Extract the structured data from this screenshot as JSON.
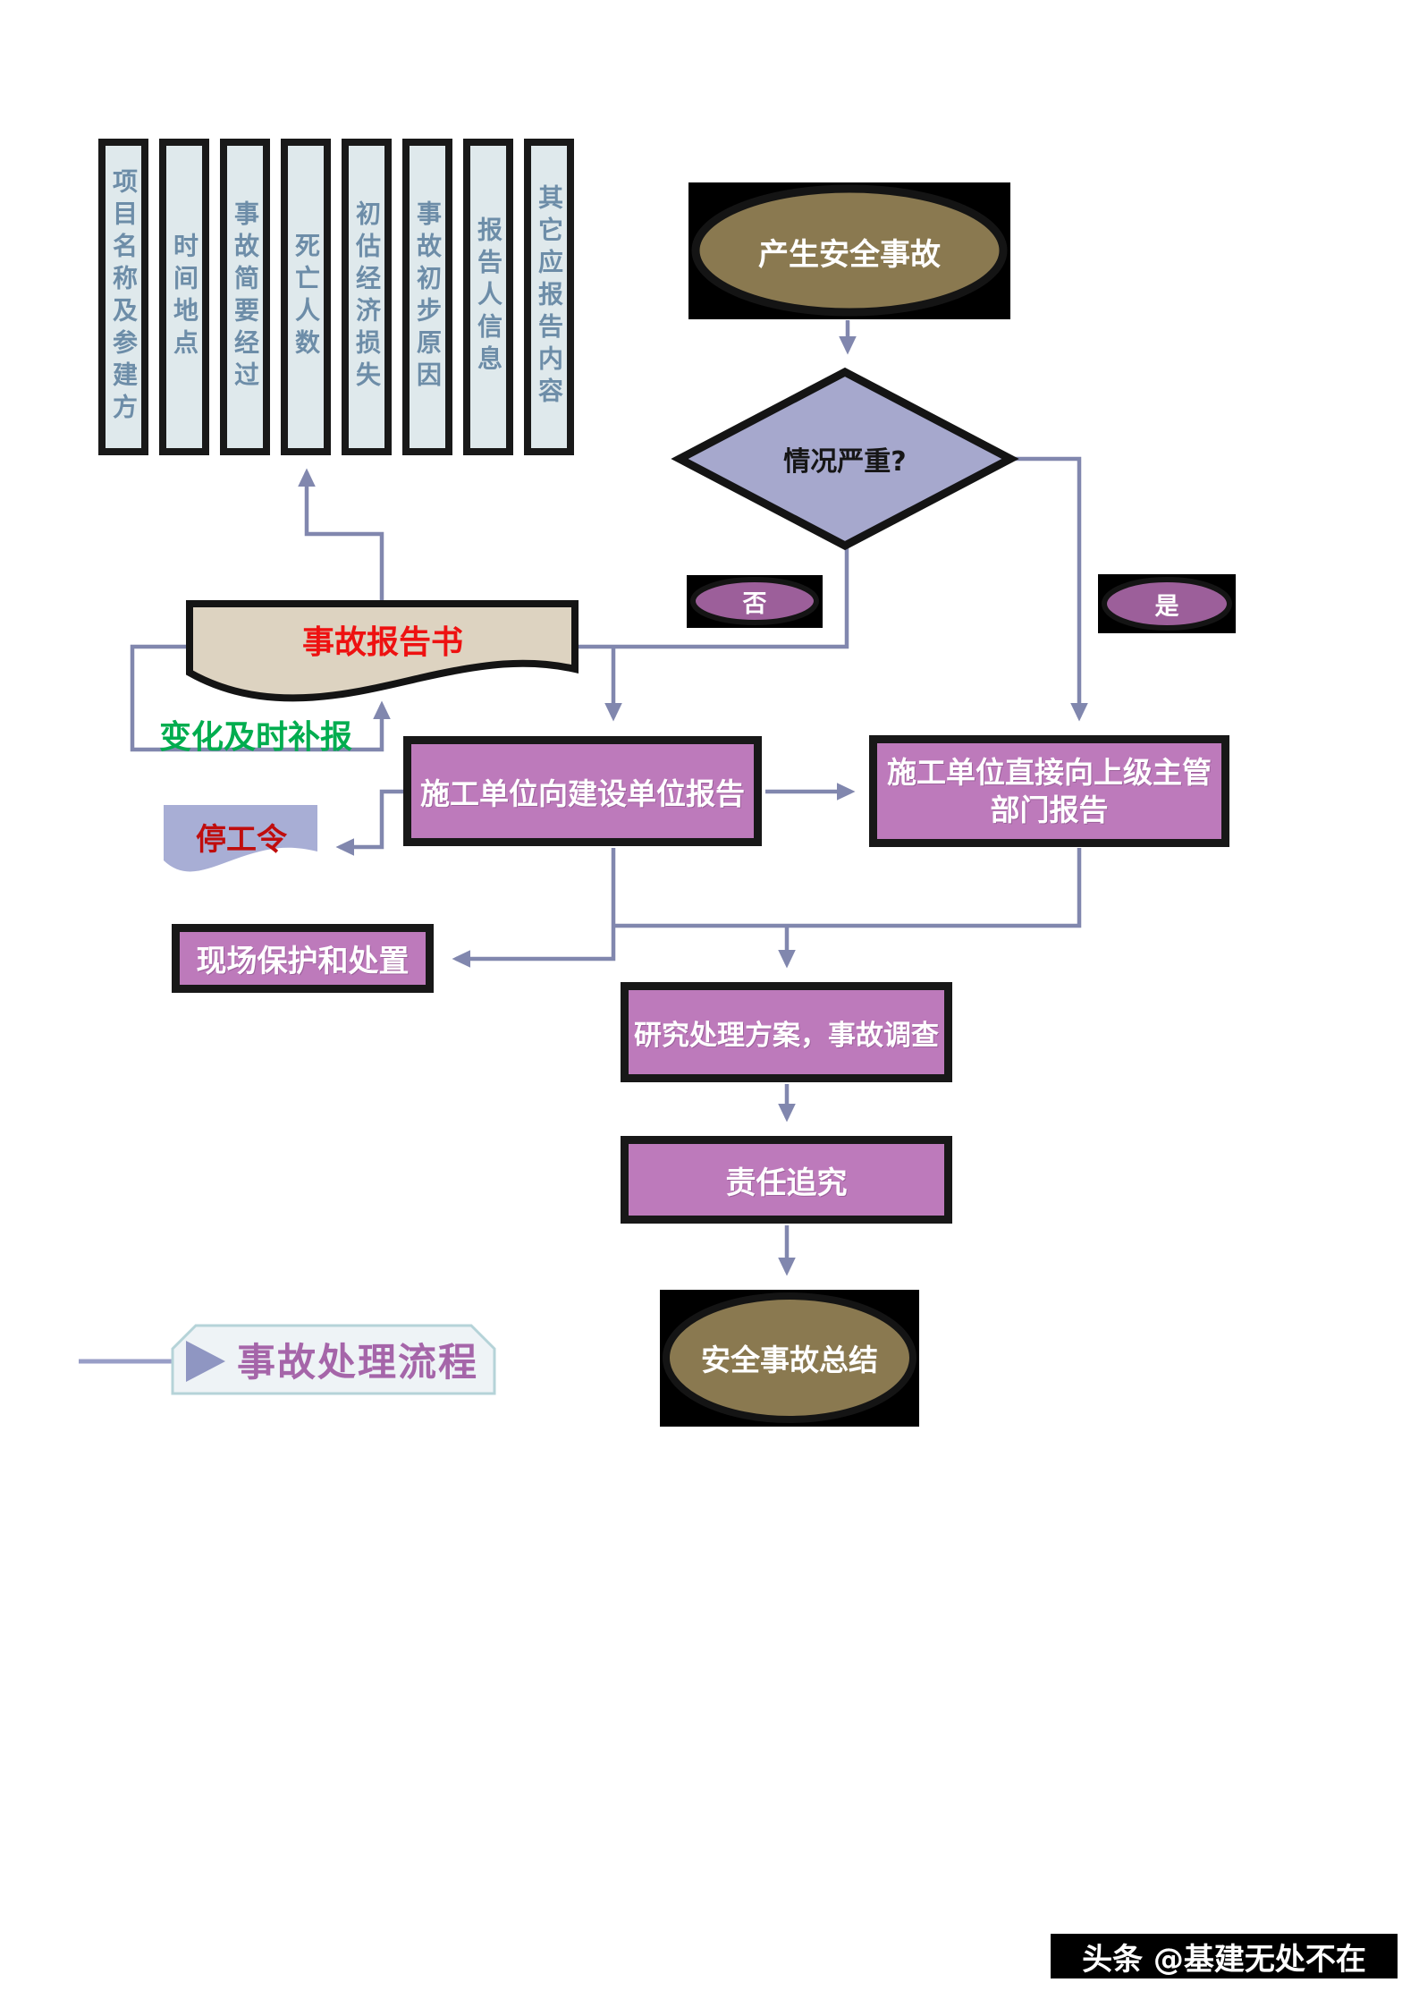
{
  "report_items": [
    "项目名称及参建方",
    "时间地点",
    "事故简要经过",
    "死亡人数",
    "初估经济损失",
    "事故初步原因",
    "报告人信息",
    "其它应报告内容"
  ],
  "nodes": {
    "start": "产生安全事故",
    "decision": "情况严重?",
    "branch_no": "否",
    "branch_yes": "是",
    "report_doc": "事故报告书",
    "supplement_note": "变化及时补报",
    "stop_work_order": "停工令",
    "report_to_owner": "施工单位向建设单位报告",
    "report_to_authority_line1": "施工单位直接向上级主管",
    "report_to_authority_line2": "部门报告",
    "site_protection": "现场保护和处置",
    "plan_investigation": "研究处理方案，事故调查",
    "accountability": "责任追究",
    "summary": "安全事故总结"
  },
  "caption": "事故处理流程",
  "watermark": "头条 @基建无处不在",
  "colors": {
    "terminal_fill": "#8a7950",
    "terminal_backing": "#000000",
    "decision_fill": "#a6a8cd",
    "branch_fill": "#9c5f9a",
    "process_fill": "#bd7abb",
    "document_fill": "#ddd3c1",
    "stop_order_fill": "#a8aed5",
    "report_item_fill": "#dfe9ec",
    "report_item_text": "#6d8da8",
    "doc_text_red": "#ee1111",
    "stop_order_red": "#c00d0d",
    "supplement_green": "#00ad4f",
    "caption_purple": "#a565a9",
    "connector": "#8187ae",
    "caption_banner_fill": "#eef3f6",
    "caption_banner_border": "#b5d3d8"
  }
}
